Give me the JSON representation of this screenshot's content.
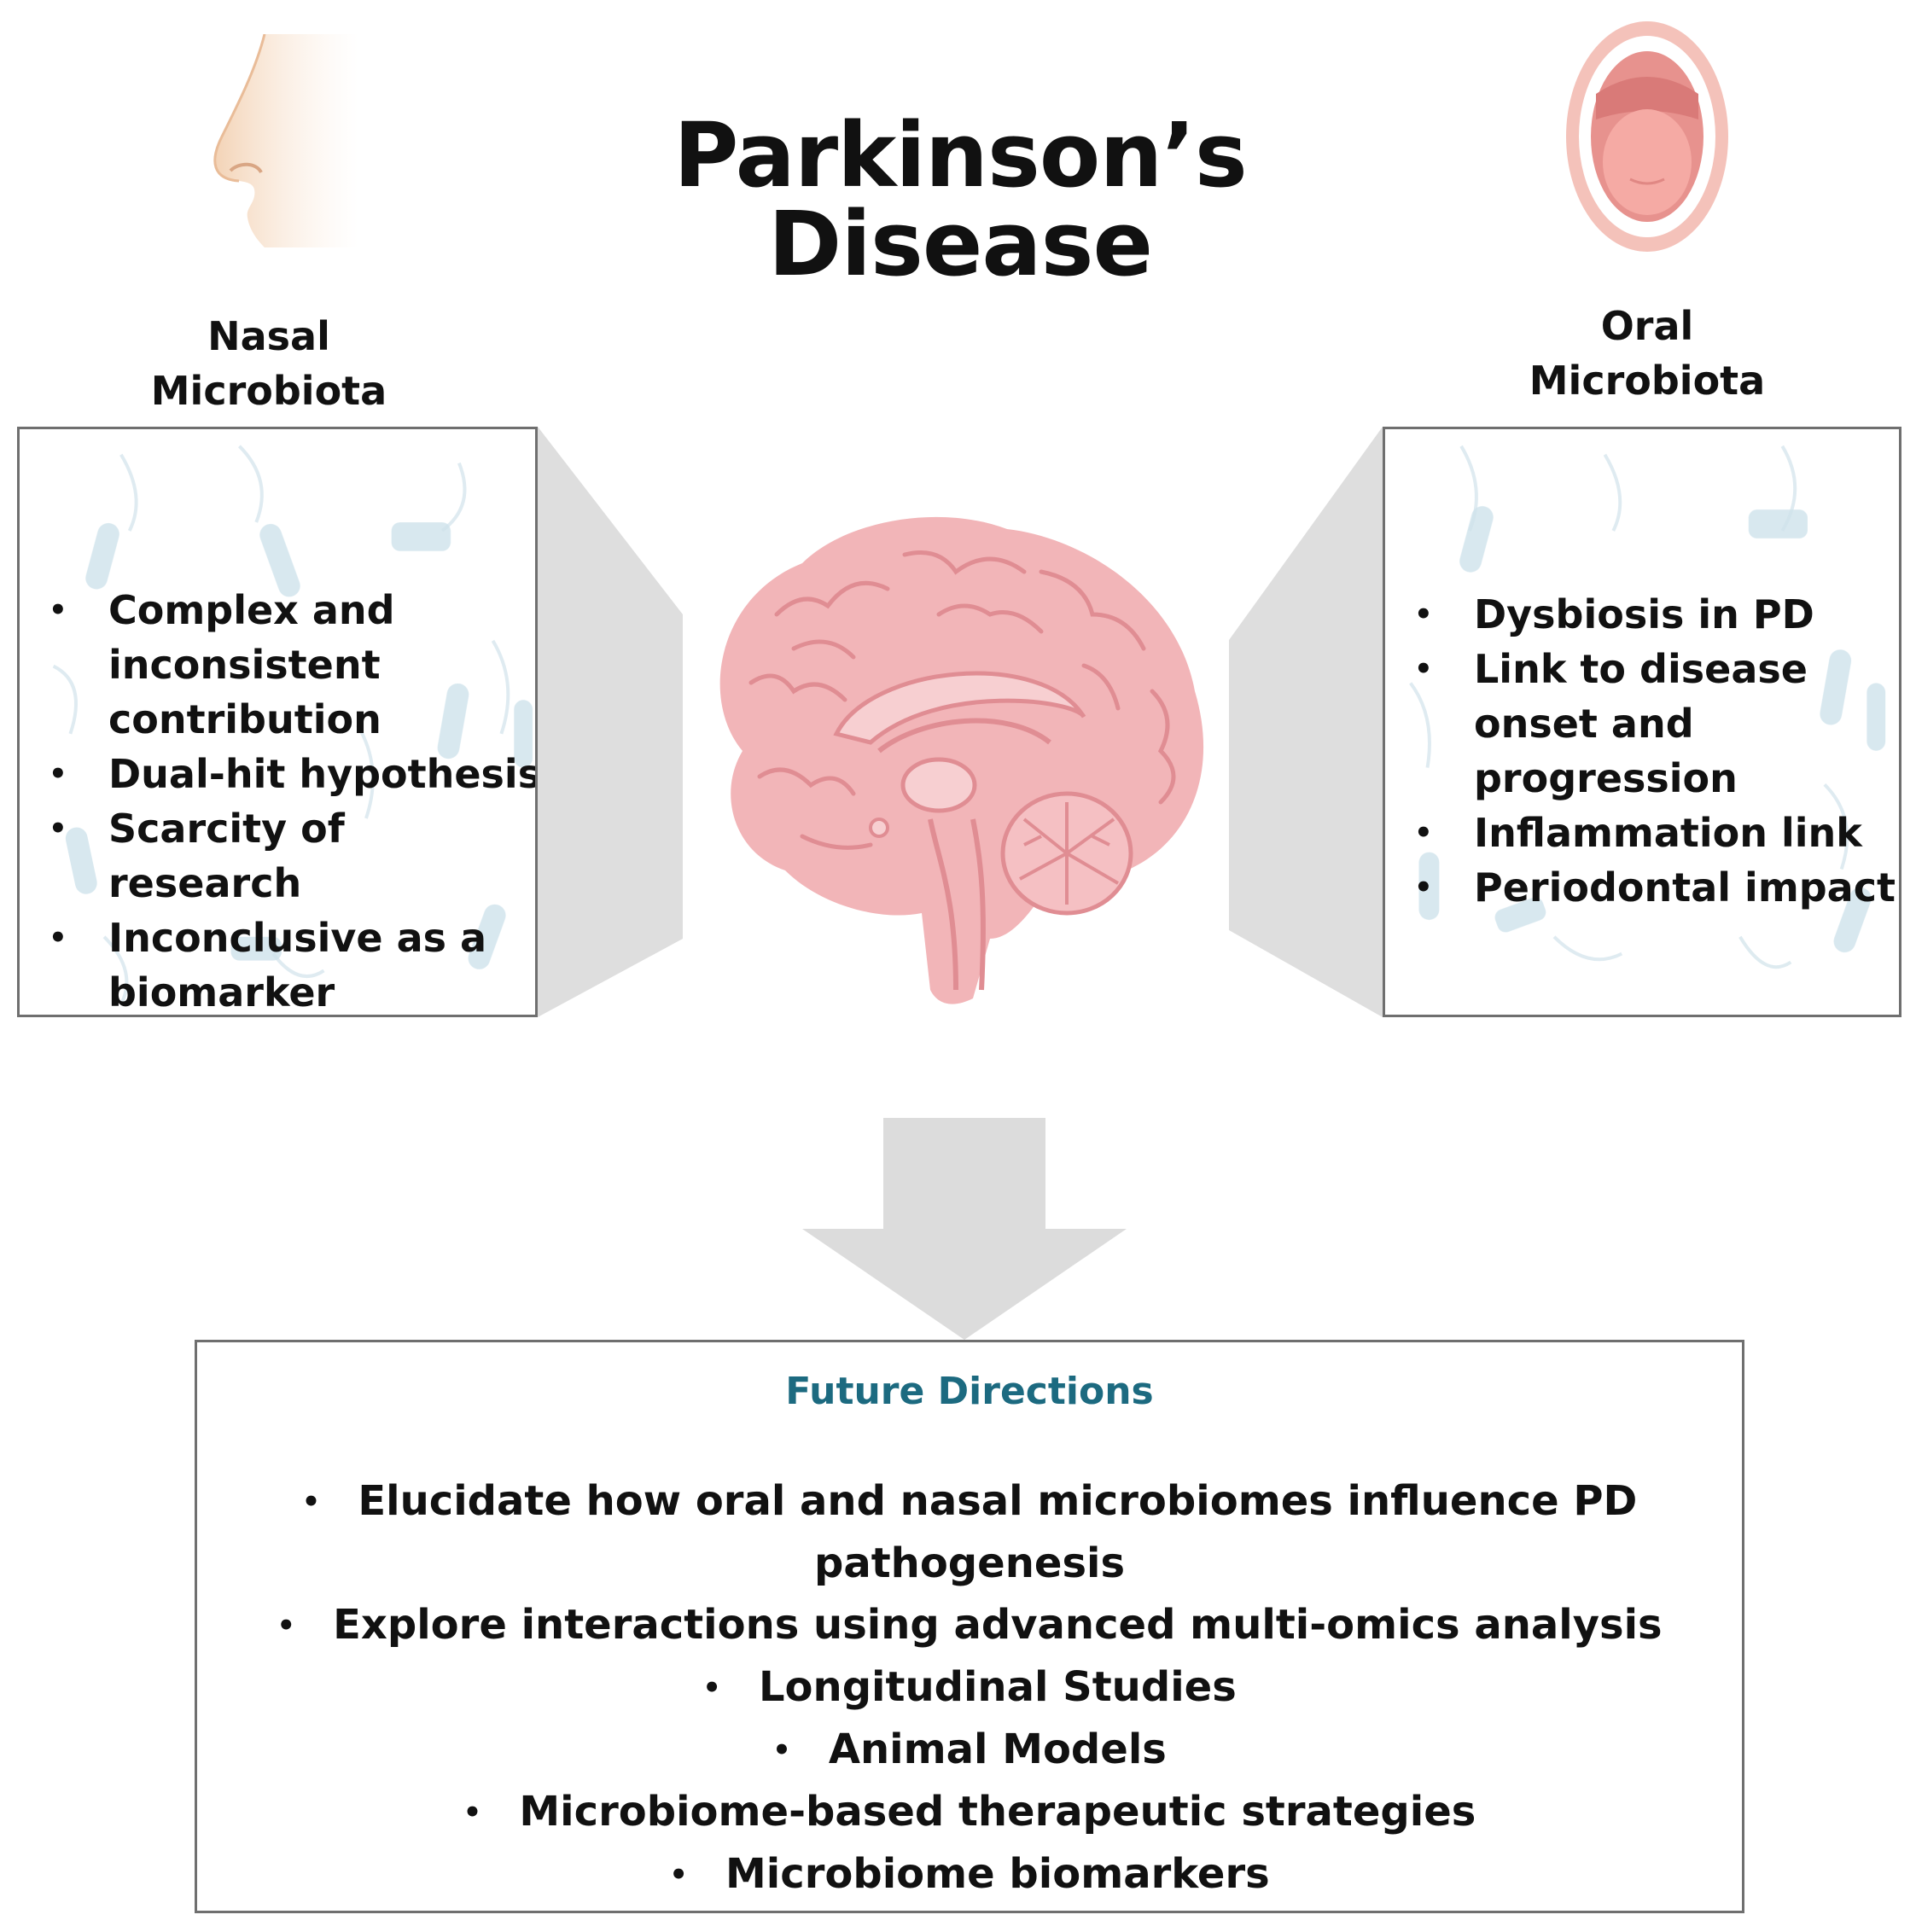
{
  "title": "Parkinson’s Disease",
  "nasal": {
    "heading_line1": "Nasal",
    "heading_line2": "Microbiota",
    "items": [
      {
        "lines": [
          "Complex and",
          "inconsistent",
          "contribution"
        ]
      },
      {
        "lines": [
          "Dual-hit hypothesis"
        ]
      },
      {
        "lines": [
          "Scarcity of research"
        ]
      },
      {
        "lines": [
          "Inconclusive as a",
          "biomarker"
        ]
      }
    ]
  },
  "oral": {
    "heading_line1": "Oral",
    "heading_line2": "Microbiota",
    "items": [
      {
        "lines": [
          "Dysbiosis in PD"
        ]
      },
      {
        "lines": [
          "Link to disease",
          "onset and",
          "progression"
        ]
      },
      {
        "lines": [
          "Inflammation link"
        ]
      },
      {
        "lines": [
          "Periodontal impact"
        ]
      }
    ]
  },
  "future": {
    "title": "Future Directions",
    "items": [
      "Elucidate how oral and nasal microbiomes influence PD",
      "pathogenesis",
      "Explore interactions using advanced multi-omics analysis",
      "Longitudinal Studies",
      "Animal Models",
      "Microbiome-based therapeutic strategies",
      "Microbiome biomarkers"
    ],
    "bullet": "•"
  },
  "colors": {
    "future_title": "#1c6a80",
    "brain_fill": "#f2b5b8",
    "brain_line": "#e08d93",
    "wedge": "#dedede",
    "arrow": "#dcdcdc",
    "box_border": "#6f6f6f"
  },
  "icons": {
    "nose": "nose-icon",
    "mouth": "open-mouth-icon",
    "brain": "brain-icon",
    "arrow": "down-arrow-icon"
  }
}
